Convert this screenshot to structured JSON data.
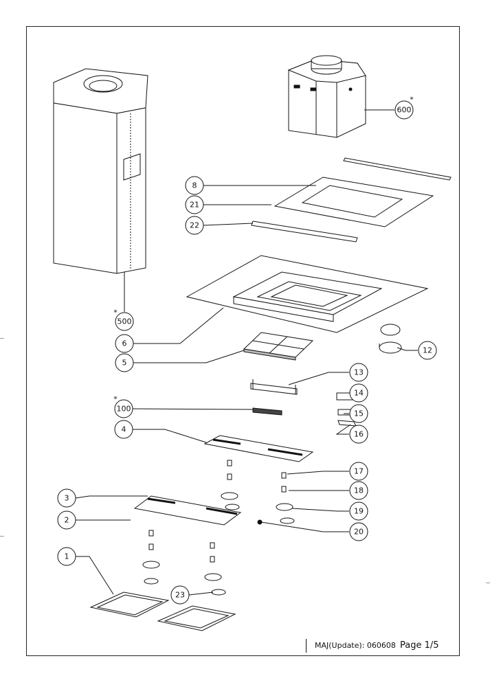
{
  "callouts": [
    {
      "id": "600",
      "text": "600",
      "star": "*"
    },
    {
      "id": "8",
      "text": "8"
    },
    {
      "id": "21",
      "text": "21"
    },
    {
      "id": "22",
      "text": "22"
    },
    {
      "id": "500",
      "text": "500",
      "star": "*"
    },
    {
      "id": "6",
      "text": "6"
    },
    {
      "id": "5",
      "text": "5"
    },
    {
      "id": "12",
      "text": "12"
    },
    {
      "id": "13",
      "text": "13"
    },
    {
      "id": "14",
      "text": "14"
    },
    {
      "id": "15",
      "text": "15"
    },
    {
      "id": "16",
      "text": "16"
    },
    {
      "id": "100",
      "text": "100",
      "star": "*"
    },
    {
      "id": "4",
      "text": "4"
    },
    {
      "id": "17",
      "text": "17"
    },
    {
      "id": "18",
      "text": "18"
    },
    {
      "id": "3",
      "text": "3"
    },
    {
      "id": "19",
      "text": "19"
    },
    {
      "id": "2",
      "text": "2"
    },
    {
      "id": "20",
      "text": "20"
    },
    {
      "id": "1",
      "text": "1"
    },
    {
      "id": "23",
      "text": "23"
    }
  ],
  "footer": {
    "update": "MAJ(Update): 060608",
    "page": "Page 1/5"
  },
  "colors": {
    "line": "#111111",
    "fill": "#ffffff",
    "shade": "#cfcfcf"
  }
}
